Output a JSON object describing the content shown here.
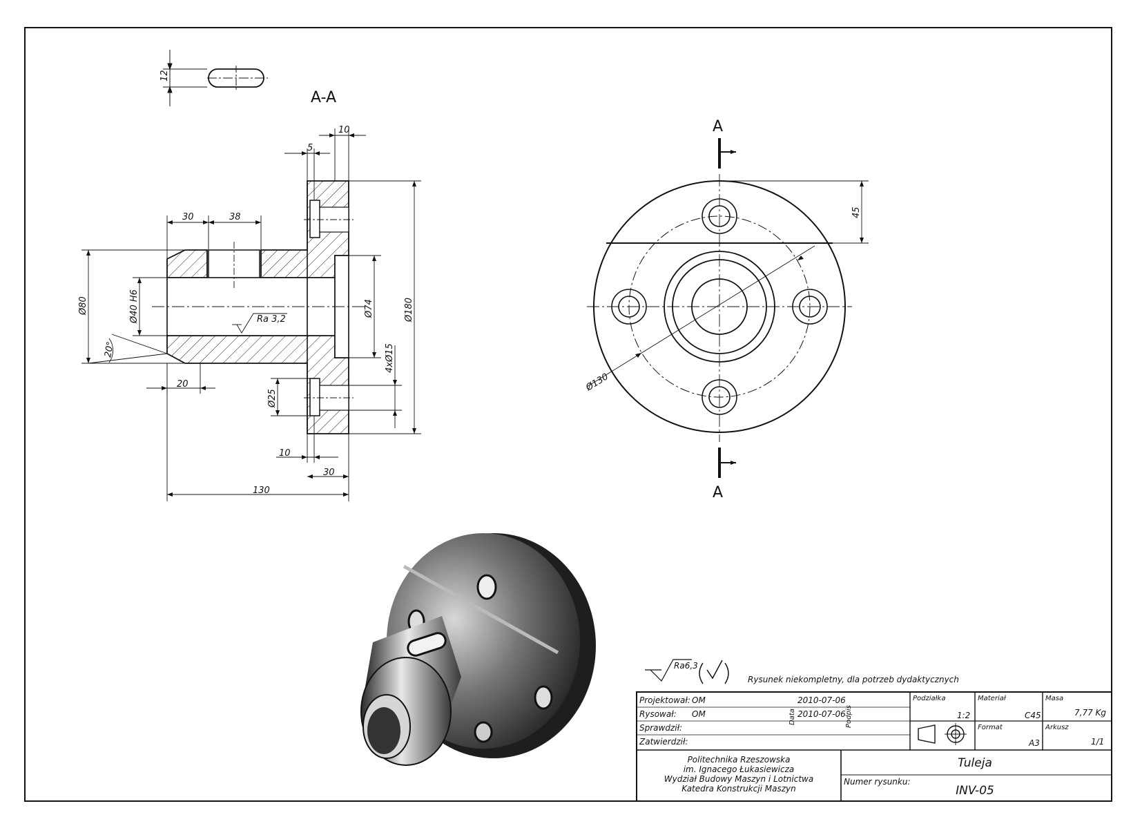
{
  "section": {
    "title": "A-A",
    "cut_label_top": "A",
    "cut_label_bottom": "A"
  },
  "dims": {
    "slot_width": "12",
    "d10_top": "10",
    "d5": "5",
    "d30_top": "30",
    "d38": "38",
    "dia80": "Ø80",
    "dia40": "Ø40 H6",
    "dia74": "Ø74",
    "dia180": "Ø180",
    "ra": "Ra 3,2",
    "angle": "20°",
    "d20": "20",
    "holes": "4xØ15",
    "dia25": "Ø25",
    "d10_bottom": "10",
    "d30_bottom": "30",
    "d130": "130",
    "d45": "45",
    "dia130": "Ø130"
  },
  "notes": {
    "roughness": "Ra6,3",
    "remark": "Rysunek niekompletny, dla potrzeb dydaktycznych"
  },
  "titleblock": {
    "projektowal_label": "Projektował:",
    "projektowal_value": "OM",
    "projektowal_date": "2010-07-06",
    "rysowal_label": "Rysował:",
    "rysowal_value": "OM",
    "rysowal_date": "2010-07-06",
    "sprawdzil_label": "Sprawdził:",
    "zatwierdzil_label": "Zatwierdził:",
    "data_label": "Data",
    "podpis_label": "Podpis",
    "podzialka_label": "Podziałka",
    "podzialka_value": "1:2",
    "material_label": "Materiał",
    "material_value": "C45",
    "masa_label": "Masa",
    "masa_value": "7,77 Kg",
    "format_label": "Format",
    "format_value": "A3",
    "arkusz_label": "Arkusz",
    "arkusz_value": "1/1",
    "org1": "Politechnika Rzeszowska",
    "org2": "im. Ignacego Łukasiewicza",
    "org3": "Wydział Budowy Maszyn i Lotnictwa",
    "org4": "Katedra Konstrukcji Maszyn",
    "name": "Tuleja",
    "number_label": "Numer rysunku:",
    "number_value": "INV-05"
  }
}
